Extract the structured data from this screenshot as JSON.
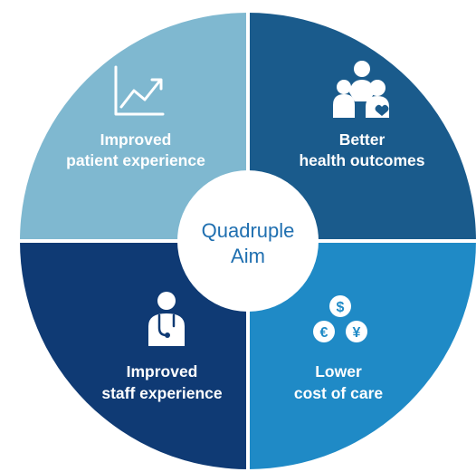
{
  "center": {
    "line1": "Quadruple",
    "line2": "Aim"
  },
  "quadrants": [
    {
      "key": "top-left",
      "line1": "Improved",
      "line2": "patient experience",
      "icon": "trending-chart-icon",
      "color": "#7fb8d0"
    },
    {
      "key": "top-right",
      "line1": "Better",
      "line2": "health outcomes",
      "icon": "family-heart-icon",
      "color": "#1a5b8c"
    },
    {
      "key": "bottom-left",
      "line1": "Improved",
      "line2": "staff experience",
      "icon": "doctor-stethoscope-icon",
      "color": "#0f3a74"
    },
    {
      "key": "bottom-right",
      "line1": "Lower",
      "line2": "cost of care",
      "icon": "currency-coins-icon",
      "color": "#1f8ac6"
    }
  ],
  "colors": {
    "center_fill": "#ffffff",
    "center_text": "#1f6fb0",
    "divider": "#ffffff"
  }
}
